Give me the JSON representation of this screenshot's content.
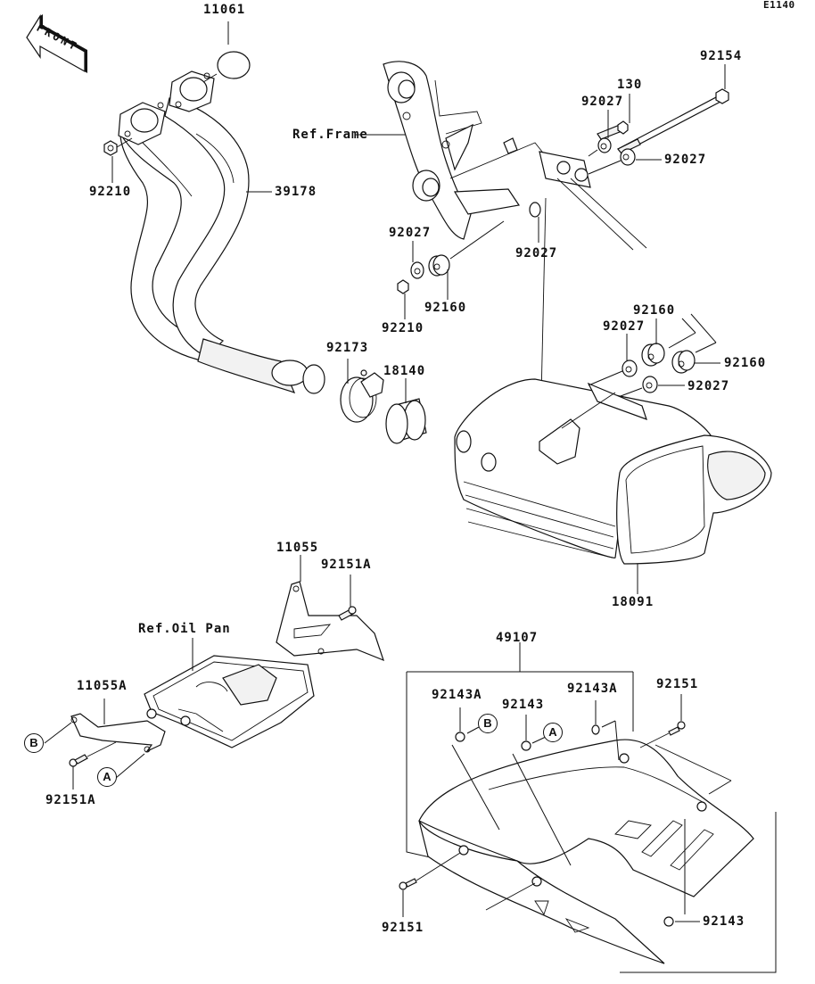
{
  "diagram": {
    "code": "E1140",
    "front_arrow": "FRONT",
    "references": {
      "frame": "Ref.Frame",
      "oil_pan": "Ref.Oil Pan"
    },
    "callout_markers": {
      "a": "A",
      "b": "B"
    },
    "parts": {
      "gasket_11061": "11061",
      "nut_92210_left": "92210",
      "exhaust_pipe_39178": "39178",
      "bolt_92154": "92154",
      "bolt_130": "130",
      "washer_92027_top": "92027",
      "washer_92027_right": "92027",
      "washer_92027_left": "92027",
      "washer_92027_mid": "92027",
      "damper_92160_left": "92160",
      "nut_92210_mid": "92210",
      "damper_92160_pair_top": "92160",
      "washer_92027_muffler_a": "92027",
      "damper_92160_right": "92160",
      "washer_92027_muffler_b": "92027",
      "clamp_92173": "92173",
      "gasket_18140": "18140",
      "muffler_18091": "18091",
      "bracket_11055": "11055",
      "bolt_92151A_top": "92151A",
      "bracket_11055A": "11055A",
      "bolt_92151A_bottom": "92151A",
      "cover_49107": "49107",
      "grommet_92143A_left": "92143A",
      "grommet_92143_left": "92143",
      "grommet_92143A_right": "92143A",
      "bolt_92151_right": "92151",
      "bolt_92151_left": "92151",
      "grommet_92143_right": "92143"
    }
  }
}
